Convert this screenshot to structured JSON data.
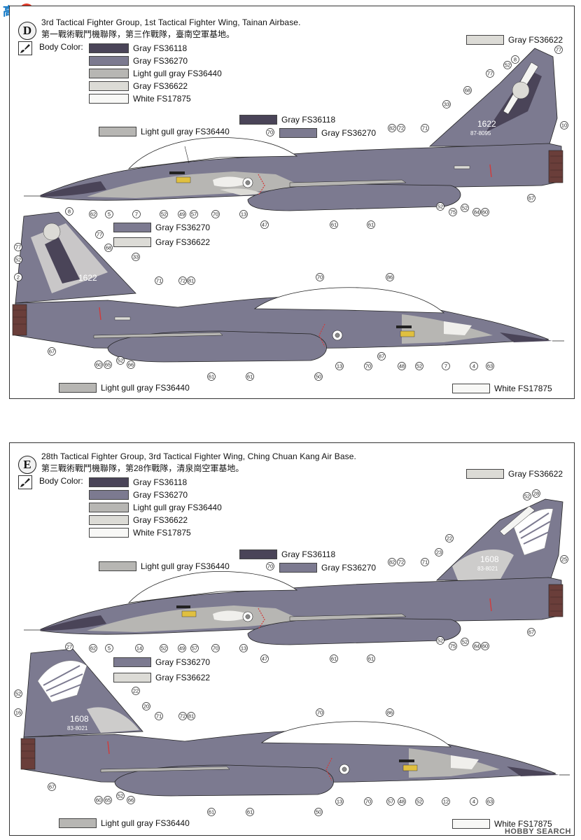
{
  "watermark": {
    "top": "高网",
    "bottom": "HOBBY SEARCH"
  },
  "legend_colors": {
    "FS36118": "#4a4458",
    "FS36270": "#7c7a90",
    "FS36440": "#b7b6b3",
    "FS36622": "#dcdbd6",
    "FS17875": "#f8f8f6"
  },
  "panel_d": {
    "letter": "D",
    "title": "3rd Tactical Fighter Group, 1st Tactical Fighter Wing, Tainan Airbase.",
    "subtitle": "第一戰術戰鬥機聯隊，第三作戰隊，臺南空軍基地。",
    "body_color_label": "Body Color:",
    "swatches": [
      "Gray FS36118",
      "Gray FS36270",
      "Light gull gray FS36440",
      "Gray FS36622",
      "White FS17875"
    ],
    "callouts": {
      "top_right": "Gray FS36622",
      "gray36118": "Gray FS36118",
      "gray36270": "Gray FS36270",
      "light_gull_top": "Light gull gray FS36440",
      "left_36270": "Gray FS36270",
      "left_36622": "Gray FS36622",
      "bottom_light_gull": "Light gull gray FS36440",
      "bottom_white": "White FS17875"
    },
    "tail_number": "1622",
    "tail_serial": "87-8095",
    "tail_number_partial": "1622",
    "numbers_upper": [
      "77",
      "8",
      "52",
      "77",
      "68",
      "33",
      "10",
      "82",
      "72",
      "71",
      "70",
      "62",
      "5",
      "7",
      "52",
      "49",
      "57",
      "70",
      "13",
      "47",
      "61",
      "61",
      "52",
      "75",
      "52",
      "84",
      "60",
      "67"
    ],
    "numbers_lower": [
      "8",
      "77",
      "68",
      "33",
      "77",
      "52",
      "2",
      "71",
      "72",
      "81",
      "70",
      "86",
      "67",
      "60",
      "65",
      "52",
      "66",
      "61",
      "61",
      "50",
      "13",
      "70",
      "87",
      "48",
      "52",
      "7",
      "4",
      "63"
    ]
  },
  "panel_e": {
    "letter": "E",
    "title": "28th Tactical Fighter Group, 3rd Tactical Fighter Wing, Ching Chuan Kang Air Base.",
    "subtitle": "第三戰術戰鬥機聯隊，第28作戰隊，清泉崗空軍基地。",
    "body_color_label": "Body Color:",
    "swatches": [
      "Gray FS36118",
      "Gray FS36270",
      "Light gull gray FS36440",
      "Gray FS36622",
      "White FS17875"
    ],
    "callouts": {
      "top_right": "Gray FS36622",
      "gray36118": "Gray FS36118",
      "gray36270": "Gray FS36270",
      "light_gull_top": "Light gull gray FS36440",
      "left_36270": "Gray FS36270",
      "left_36622": "Gray FS36622",
      "bottom_light_gull": "Light gull gray FS36440",
      "bottom_white": "White FS17875"
    },
    "tail_number": "1608",
    "tail_serial": "83-8021",
    "tail_number_partial": "1608",
    "tail_serial_partial": "83-8021",
    "numbers_upper": [
      "52",
      "28",
      "22",
      "23",
      "25",
      "82",
      "72",
      "71",
      "70",
      "62",
      "5",
      "14",
      "52",
      "49",
      "57",
      "70",
      "13",
      "47",
      "61",
      "61",
      "52",
      "75",
      "52",
      "84",
      "60",
      "67"
    ],
    "numbers_lower": [
      "27",
      "52",
      "22",
      "20",
      "16",
      "71",
      "72",
      "81",
      "70",
      "86",
      "67",
      "60",
      "65",
      "52",
      "66",
      "61",
      "61",
      "50",
      "13",
      "70",
      "57",
      "48",
      "52",
      "12",
      "4",
      "63"
    ]
  }
}
